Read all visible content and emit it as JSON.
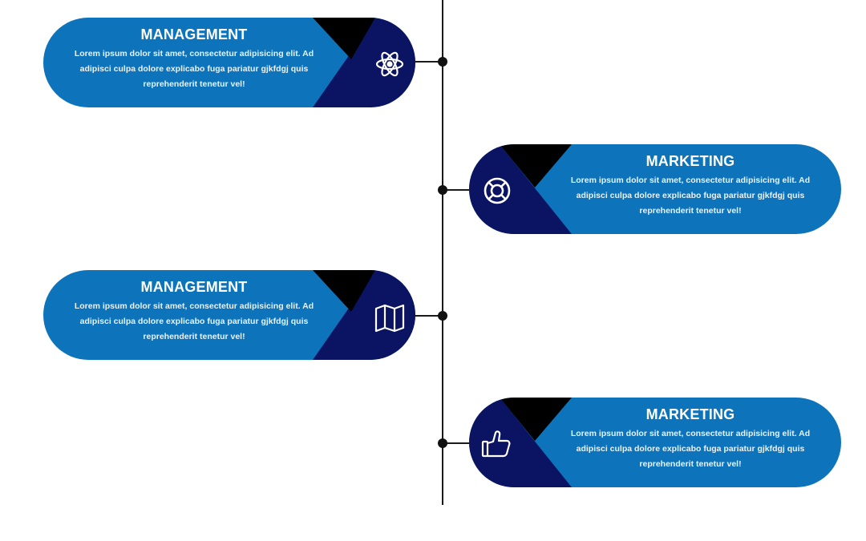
{
  "colors": {
    "card_blue": "#0d74bc",
    "card_navy": "#0b1463",
    "corner_black": "#000000",
    "line": "#1a1a1a"
  },
  "cards": [
    {
      "title": "MANAGEMENT",
      "body": "Lorem ipsum dolor sit amet, consectetur adipisicing elit. Ad adipisci culpa dolore explicabo fuga pariatur gjkfdgj quis reprehenderit tenetur vel!",
      "icon": "atom-icon",
      "side": "left"
    },
    {
      "title": "MARKETING",
      "body": "Lorem ipsum dolor sit amet, consectetur adipisicing elit. Ad adipisci culpa dolore explicabo fuga pariatur gjkfdgj quis reprehenderit tenetur vel!",
      "icon": "lifebuoy-icon",
      "side": "right"
    },
    {
      "title": "MANAGEMENT",
      "body": "Lorem ipsum dolor sit amet, consectetur adipisicing elit. Ad adipisci culpa dolore explicabo fuga pariatur gjkfdgj quis reprehenderit tenetur vel!",
      "icon": "map-icon",
      "side": "left"
    },
    {
      "title": "MARKETING",
      "body": "Lorem ipsum dolor sit amet, consectetur adipisicing elit. Ad adipisci culpa dolore explicabo fuga pariatur gjkfdgj quis reprehenderit tenetur vel!",
      "icon": "thumbs-up-icon",
      "side": "right"
    }
  ]
}
